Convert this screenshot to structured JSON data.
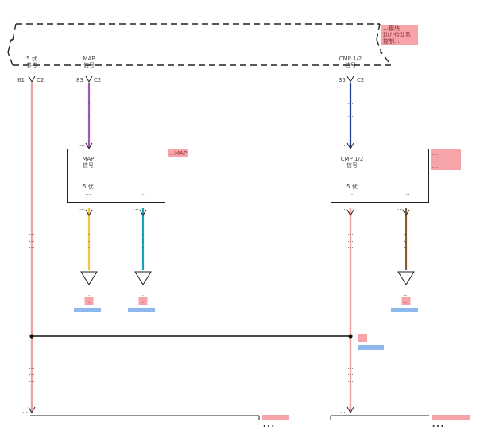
{
  "ecm": {
    "label_lines": [
      "…模块",
      "动力传动系",
      "控制…"
    ],
    "left_conn": {
      "line1": "5 伏",
      "line2": "参考",
      "pin": "61",
      "conn": "C2"
    },
    "mid_conn": {
      "line1": "MAP",
      "line2": "信号",
      "pin": "83",
      "conn": "C2"
    },
    "right_conn": {
      "line1": "CMP 1/2",
      "line2": "信号",
      "pin": "35",
      "conn": "C2"
    }
  },
  "wires": {
    "left_top": {
      "id": "…",
      "gauge": "…",
      "color": "…"
    },
    "mid_top": {
      "id": "…",
      "gauge": "…",
      "color": "…"
    },
    "right_top": {
      "id": "…",
      "gauge": "…",
      "color": "…"
    },
    "map_pin1": {
      "id": "…",
      "gauge": "…",
      "color": "…"
    },
    "map_pin2": {
      "id": "…",
      "gauge": "…",
      "color": "…"
    },
    "cmp_pin1": {
      "id": "…",
      "gauge": "…",
      "color": "…"
    },
    "cmp_pin2": {
      "id": "…",
      "gauge": "…",
      "color": "…"
    },
    "left_bottom": {
      "id": "…",
      "gauge": "…",
      "color": "…"
    },
    "right_bottom": {
      "id": "…",
      "gauge": "…",
      "color": "…"
    }
  },
  "map_sensor": {
    "tag": "…MAP",
    "line1": "MAP",
    "line2": "信号",
    "left_line1": "5 伏",
    "left_line2": "…",
    "right_line1": "…",
    "right_line2": "…",
    "top_pin": "…",
    "pin1": "…",
    "pin2": "…"
  },
  "cmp_sensor": {
    "tag_lines": [
      "…",
      "…",
      "…"
    ],
    "line1": "CMP 1/2",
    "line2": "信号",
    "left_line1": "5 伏",
    "left_line2": "…",
    "right_line1": "…",
    "right_line2": "…",
    "top_pin": "…",
    "pin1": "…",
    "pin2": "…"
  },
  "grounds": {
    "g1": {
      "label": "…",
      "code": "…"
    },
    "g2": {
      "label": "…",
      "code": "…"
    },
    "g3": {
      "label": "…",
      "code": "…"
    }
  },
  "splice": {
    "code": "…"
  },
  "bottom": {
    "pin_left": "…",
    "pin_right": "…",
    "tag_right": "…",
    "tag_left": "…"
  },
  "colors": {
    "pink_wire": "#f4a0a0",
    "purple_wire": "#9b59b6",
    "blue_wire": "#1f3a93",
    "yellow_wire": "#f5c542",
    "teal_wire": "#1aa3b8",
    "brown_wire": "#8b5a2b",
    "bus_wire": "#111111"
  }
}
